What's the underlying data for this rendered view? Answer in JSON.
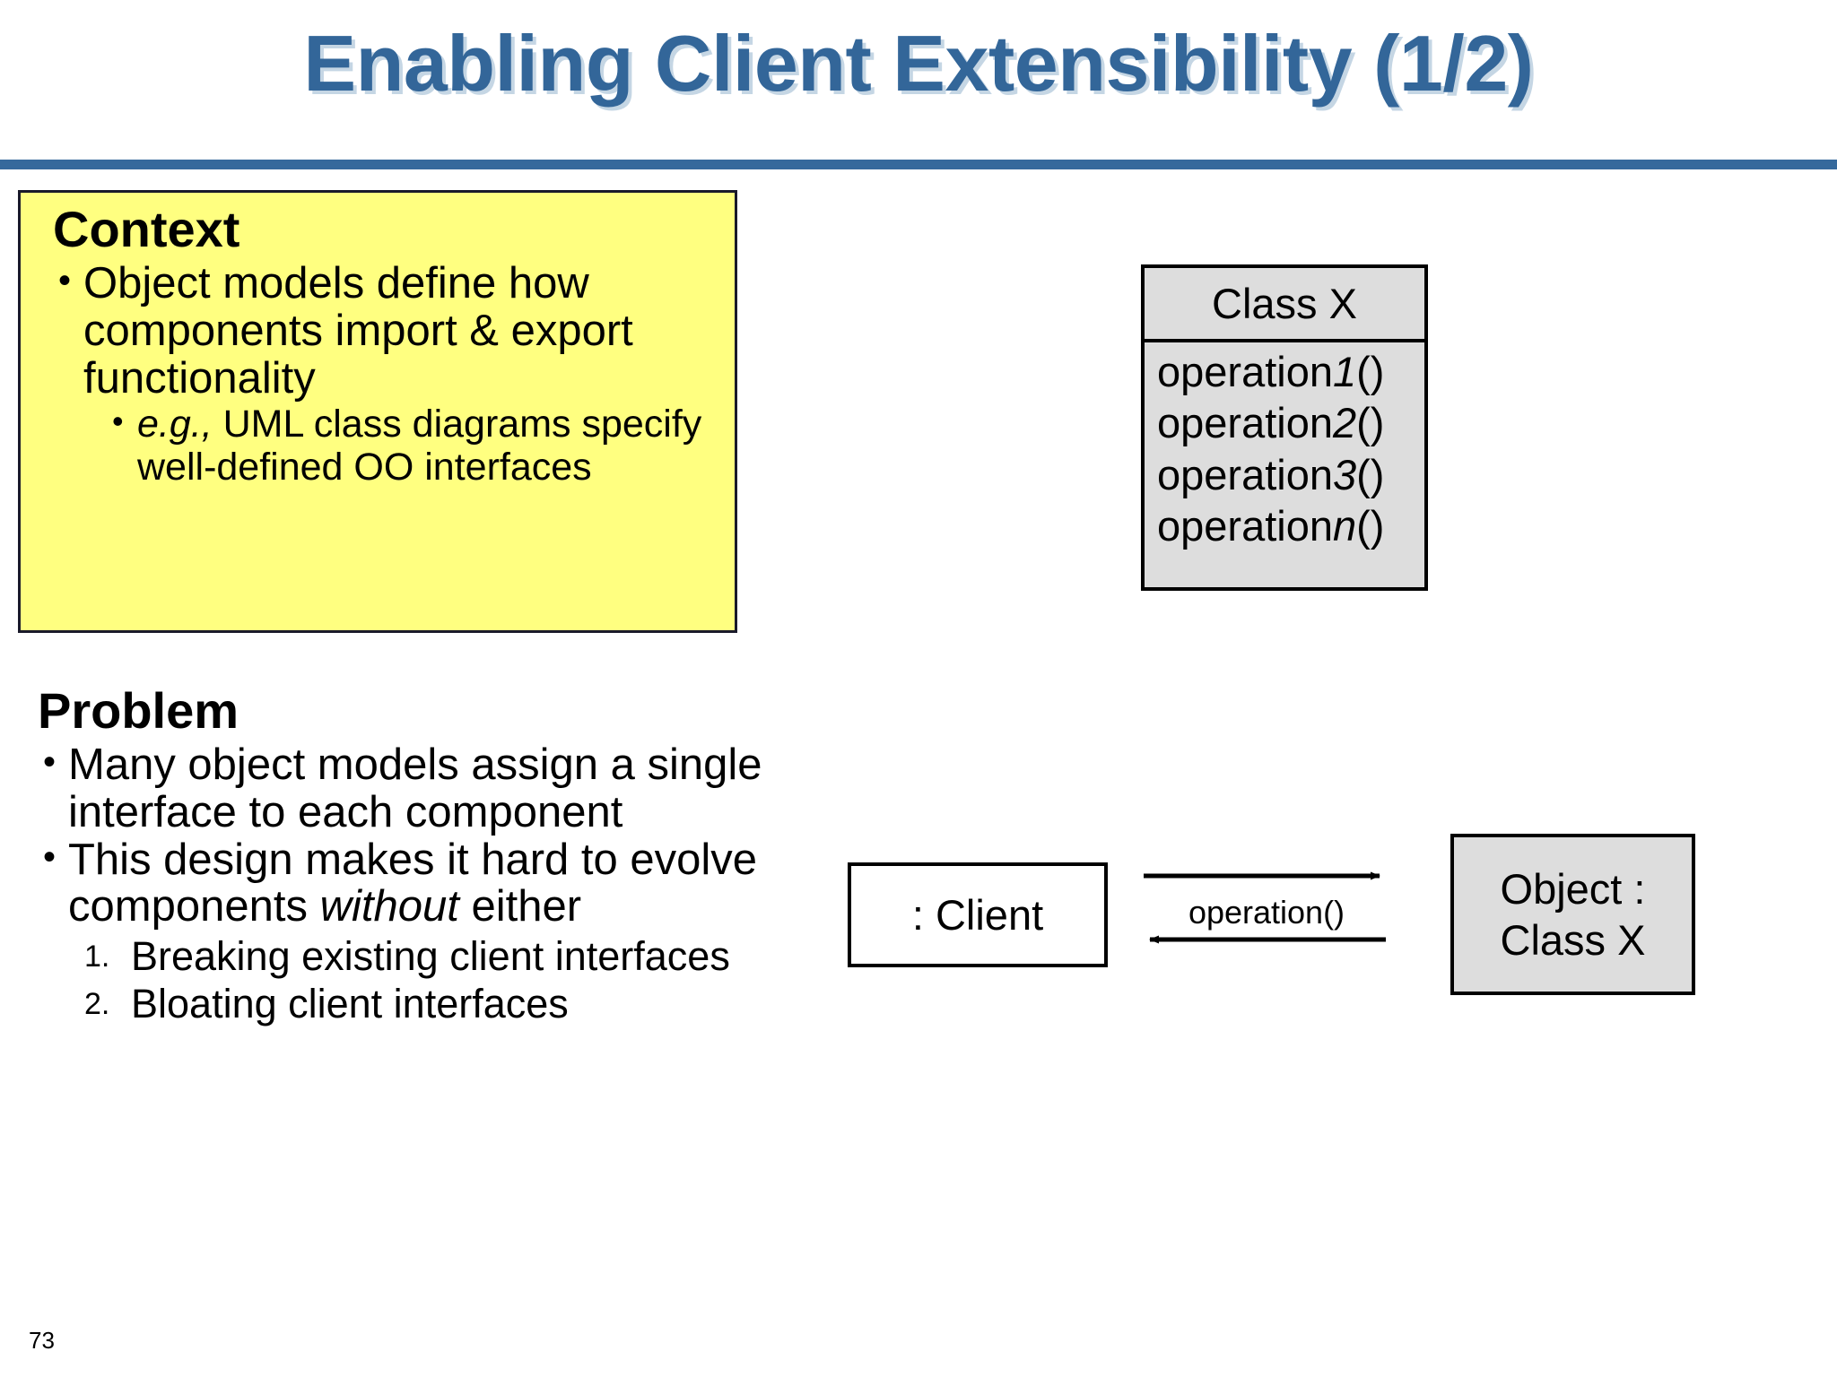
{
  "slide": {
    "title": "Enabling Client Extensibility (1/2)",
    "page_number": "73",
    "accent_color": "#336699",
    "rule_color": "#36699c",
    "context_bg": "#ffff80",
    "uml_bg": "#dddddd"
  },
  "context": {
    "heading": "Context",
    "bullet1": "Object models define how components import & export functionality",
    "sub_bullet1_italic": "e.g.,",
    "sub_bullet1_rest": " UML class diagrams specify well-defined OO interfaces",
    "bullet_glyph": "•"
  },
  "problem": {
    "heading": "Problem",
    "bullet1": "Many object models assign a single interface to each component",
    "bullet2_pre": "This design makes it hard to evolve components ",
    "bullet2_italic": "without",
    "bullet2_post": " either",
    "numbered": [
      {
        "num": "1.",
        "text": "Breaking existing client interfaces"
      },
      {
        "num": "2.",
        "text": "Bloating client interfaces"
      }
    ]
  },
  "class_diagram": {
    "class_name": "Class X",
    "operations": [
      {
        "base": "operation",
        "variant": "1",
        "suffix": "()"
      },
      {
        "base": "operation",
        "variant": "2",
        "suffix": "()"
      },
      {
        "base": "operation",
        "variant": "3",
        "suffix": "()"
      },
      {
        "base": "operation",
        "variant": "n",
        "suffix": "()"
      }
    ]
  },
  "interaction_diagram": {
    "client_label": ": Client",
    "object_label_line1": "Object :",
    "object_label_line2": "Class X",
    "message_label": "operation()"
  }
}
